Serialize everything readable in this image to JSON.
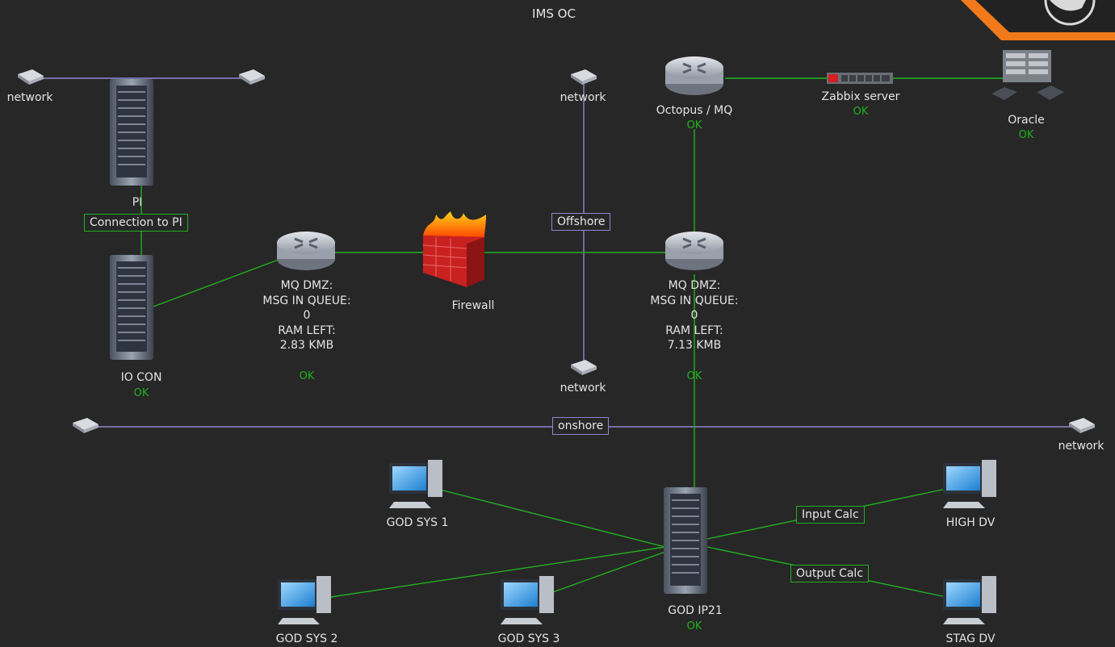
{
  "map_title": "IMS OC",
  "status_ok": "OK",
  "nodes": {
    "network_top_left": "network",
    "network_top_mid": "network",
    "network_mid": "network",
    "network_right": "network",
    "pi": "PI",
    "io_con": "IO CON",
    "mq_dmz_left": [
      "MQ DMZ:",
      "MSG IN QUEUE:",
      "0",
      "RAM LEFT:",
      "2.83 KMB"
    ],
    "mq_dmz_right": [
      "MQ DMZ:",
      "MSG IN QUEUE:",
      "0",
      "RAM LEFT:",
      "7.13 KMB"
    ],
    "firewall": "Firewall",
    "octopus": "Octopus / MQ",
    "zabbix": "Zabbix server",
    "oracle": "Oracle",
    "god_sys_1": "GOD SYS 1",
    "god_sys_2": "GOD SYS 2",
    "god_sys_3": "GOD SYS 3",
    "god_ip21": "GOD IP21",
    "high_dv": "HIGH DV",
    "stag_dv": "STAG DV"
  },
  "links": {
    "connection_to_pi": "Connection to PI",
    "offshore": "Offshore",
    "onshore": "onshore",
    "input_calc": "Input Calc",
    "output_calc": "Output Calc"
  },
  "colors": {
    "link_ok": "#21b021",
    "link_network": "#8f86cf",
    "status_ok": "#1db31d",
    "background": "#272727",
    "accent": "#f07a1a"
  }
}
